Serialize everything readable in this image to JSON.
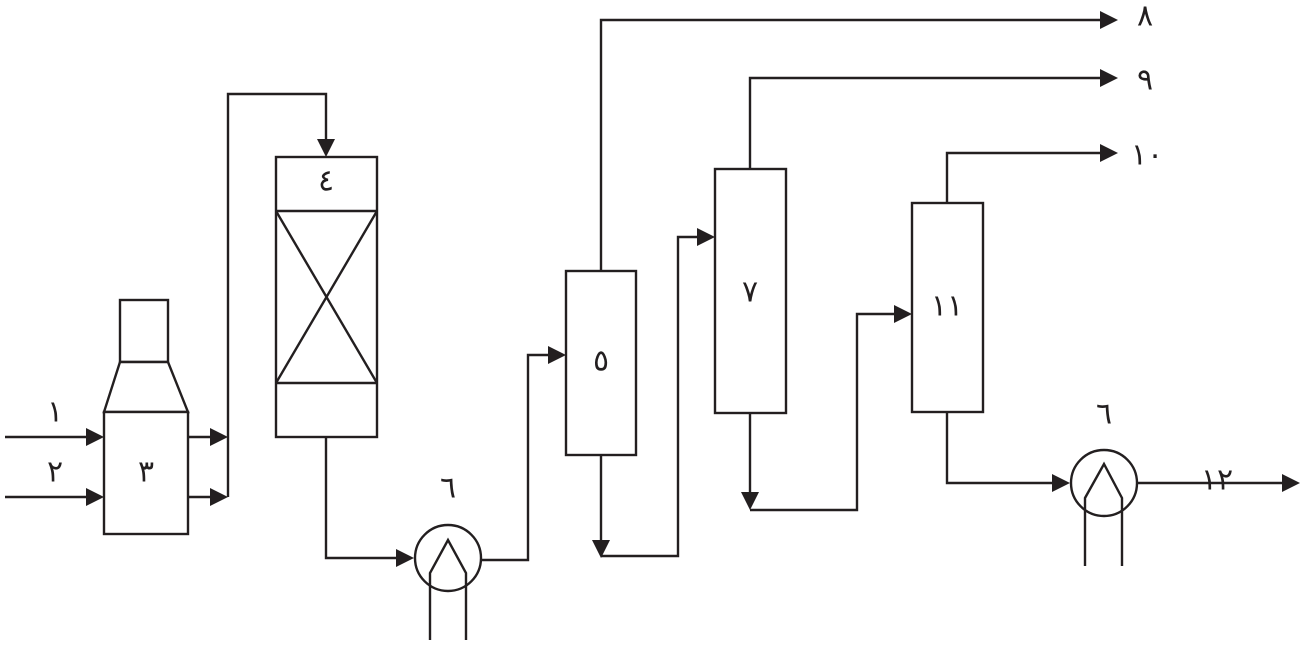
{
  "labels": {
    "stream_1": "١",
    "stream_2": "٢",
    "unit_3": "٣",
    "unit_4": "٤",
    "unit_5": "٥",
    "unit_6_first": "٦",
    "unit_6_second": "٦",
    "unit_7": "٧",
    "stream_8": "٨",
    "stream_9": "٩",
    "stream_10": "١٠",
    "unit_11": "١١",
    "stream_12": "١٢"
  },
  "colors": {
    "line": "#231f20",
    "background": "#ffffff"
  }
}
